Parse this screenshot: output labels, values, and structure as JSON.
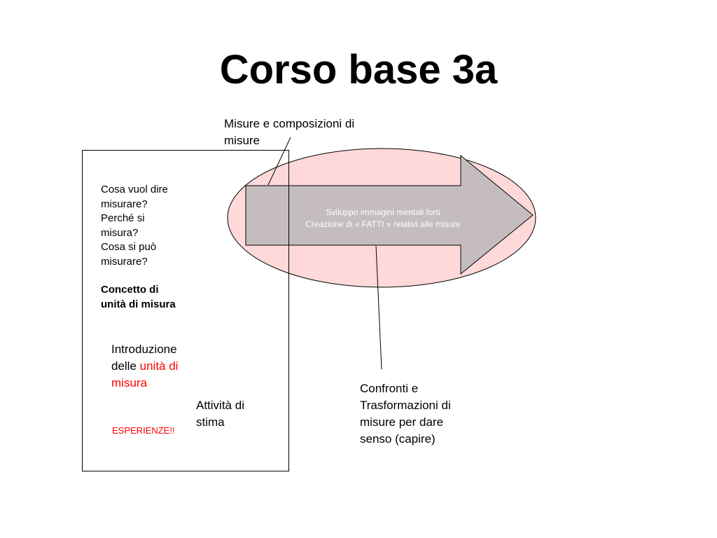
{
  "slide": {
    "title": "Corso base 3a"
  },
  "labels": {
    "top_callout": "Misure e composizioni di\nmisure",
    "questions": "Cosa vuol dire\nmisurare?\nPerché si\nmisura?\nCosa si può\nmisurare?",
    "concept": "Concetto di\nunità di misura",
    "intro_prefix": "Introduzione delle ",
    "intro_highlight": "unità di misura",
    "stima": "Attività di\nstima",
    "esperienze": "ESPERIENZE!!",
    "arrow_text": "Sviluppo immagini mentali forti\nCreazione di « FATTI » relativi alle misure",
    "bottom_callout": "Confronti e\nTrasformazioni di\nmisure per dare\nsenso (capire)"
  },
  "colors": {
    "ellipse_fill": "#ffd9d9",
    "arrow_fill": "#c4bcbf",
    "highlight": "#ff0000",
    "arrow_text": "#ffffff"
  }
}
